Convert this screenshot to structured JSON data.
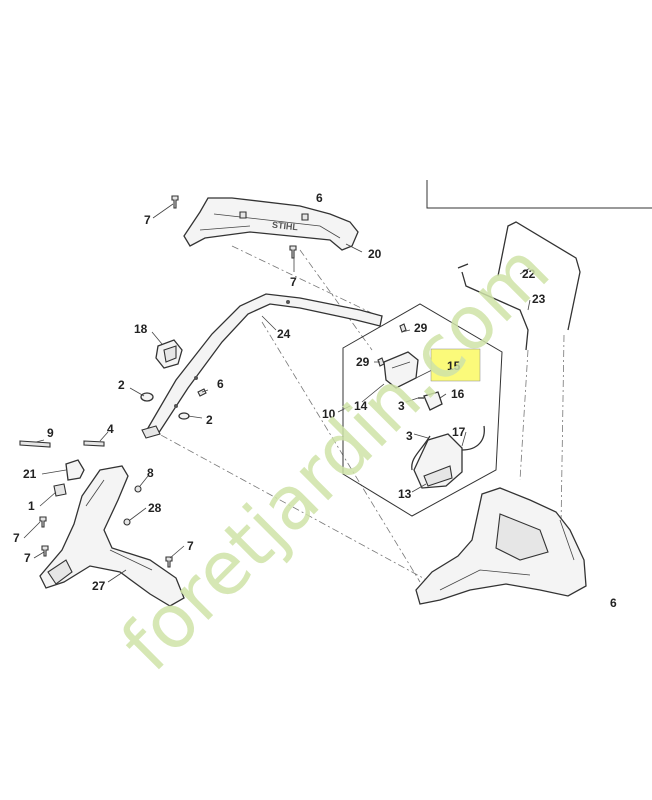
{
  "callouts": {
    "c7a": "7",
    "c6top": "6",
    "c20": "20",
    "c7b": "7",
    "c24": "24",
    "c18": "18",
    "c2a": "2",
    "c6a": "6",
    "c2b": "2",
    "c9": "9",
    "c4": "4",
    "c21": "21",
    "c8": "8",
    "c1": "1",
    "c28": "28",
    "c7c": "7",
    "c7d": "7",
    "c7e": "7",
    "c27": "27",
    "c29a": "29",
    "c29b": "29",
    "c15": "15",
    "c14": "14",
    "c10": "10",
    "c3a": "3",
    "c16": "16",
    "c3b": "3",
    "c17": "17",
    "c13": "13",
    "c22": "22",
    "c23": "23",
    "c6b": "6"
  },
  "brand_text": "STIHL",
  "watermark": "foretjardin.com",
  "colors": {
    "highlight": "#fbfa7a",
    "watermark_gray": "#c9bfae",
    "watermark_green": "#cfe3a8"
  }
}
